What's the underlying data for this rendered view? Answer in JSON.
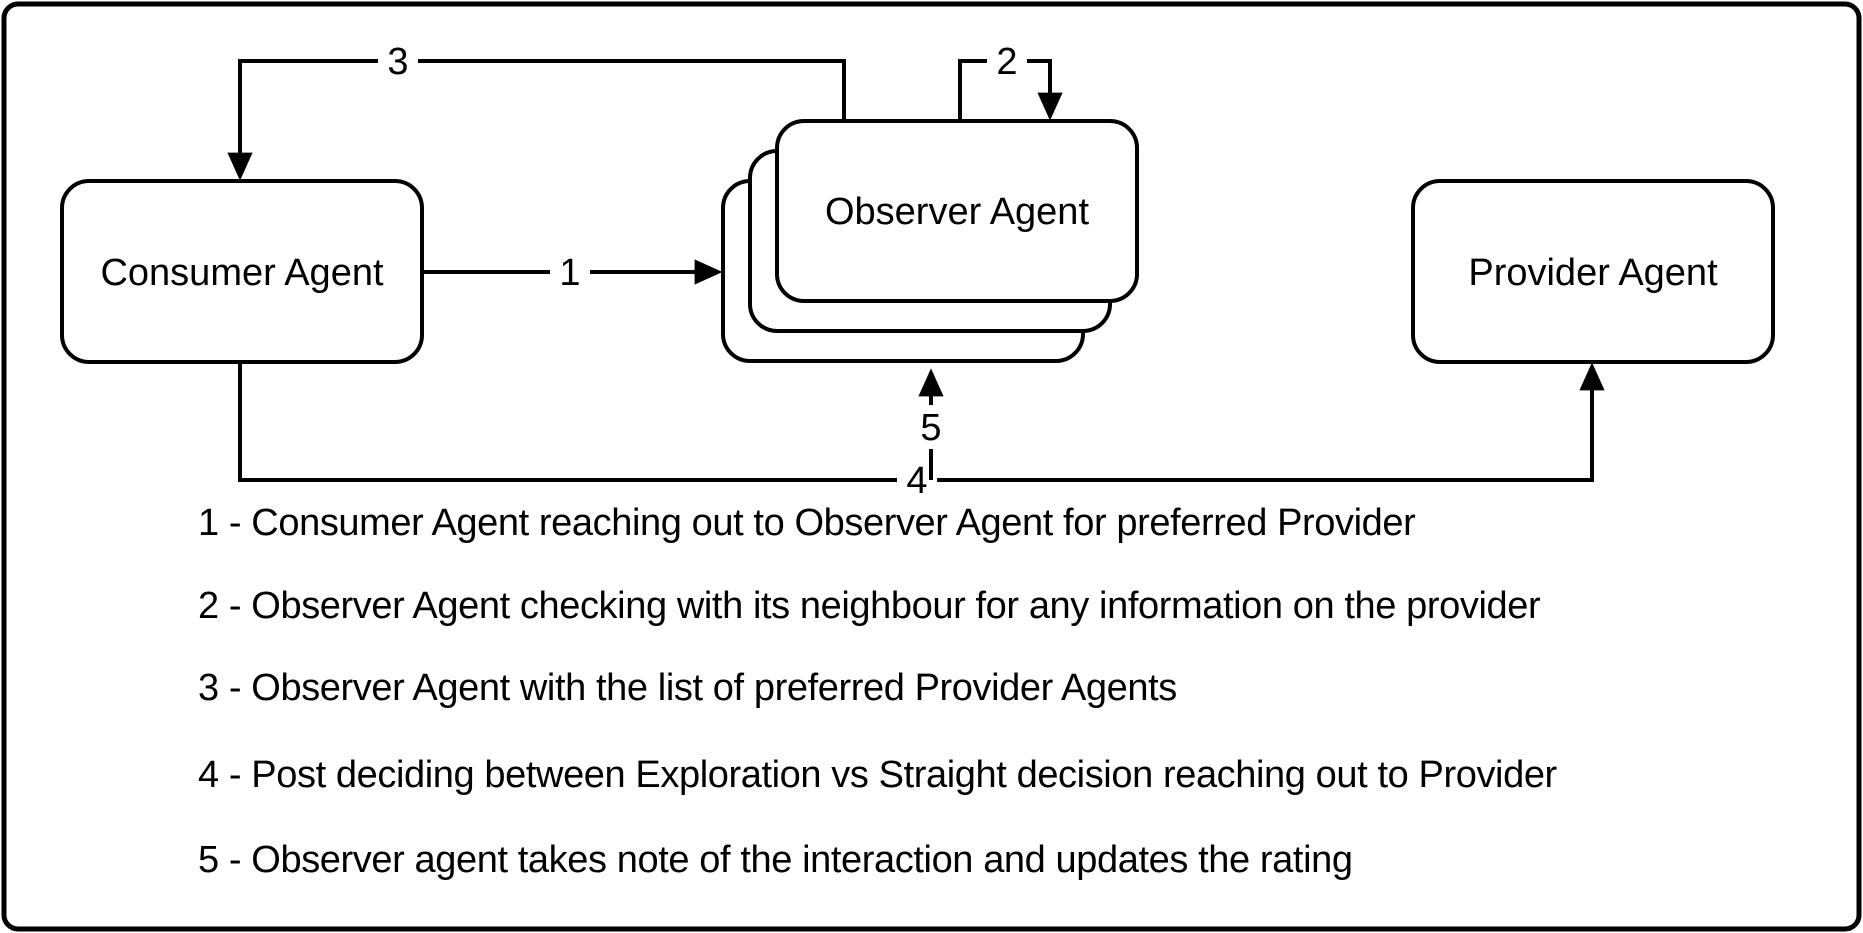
{
  "diagram": {
    "nodes": {
      "consumer": {
        "label": "Consumer Agent"
      },
      "observer": {
        "label": "Observer Agent"
      },
      "provider": {
        "label": "Provider Agent"
      }
    },
    "edges": {
      "e1": {
        "label": "1",
        "from": "consumer",
        "to": "observer"
      },
      "e2": {
        "label": "2",
        "from": "observer",
        "to": "observer"
      },
      "e3": {
        "label": "3",
        "from": "observer",
        "to": "consumer"
      },
      "e4": {
        "label": "4",
        "from": "consumer",
        "to": "provider"
      },
      "e5": {
        "label": "5",
        "from": "consumer-provider-path",
        "to": "observer"
      }
    },
    "legend": {
      "items": [
        "1 - Consumer Agent reaching out to Observer Agent for preferred Provider",
        "2 - Observer Agent checking with its neighbour for any information on the provider",
        "3 - Observer Agent with the list of preferred Provider Agents",
        "4 - Post deciding between Exploration vs Straight decision reaching out to Provider",
        "5 - Observer agent takes note of the interaction and updates the rating"
      ]
    },
    "colors": {
      "stroke": "#000000",
      "background": "#ffffff"
    }
  }
}
